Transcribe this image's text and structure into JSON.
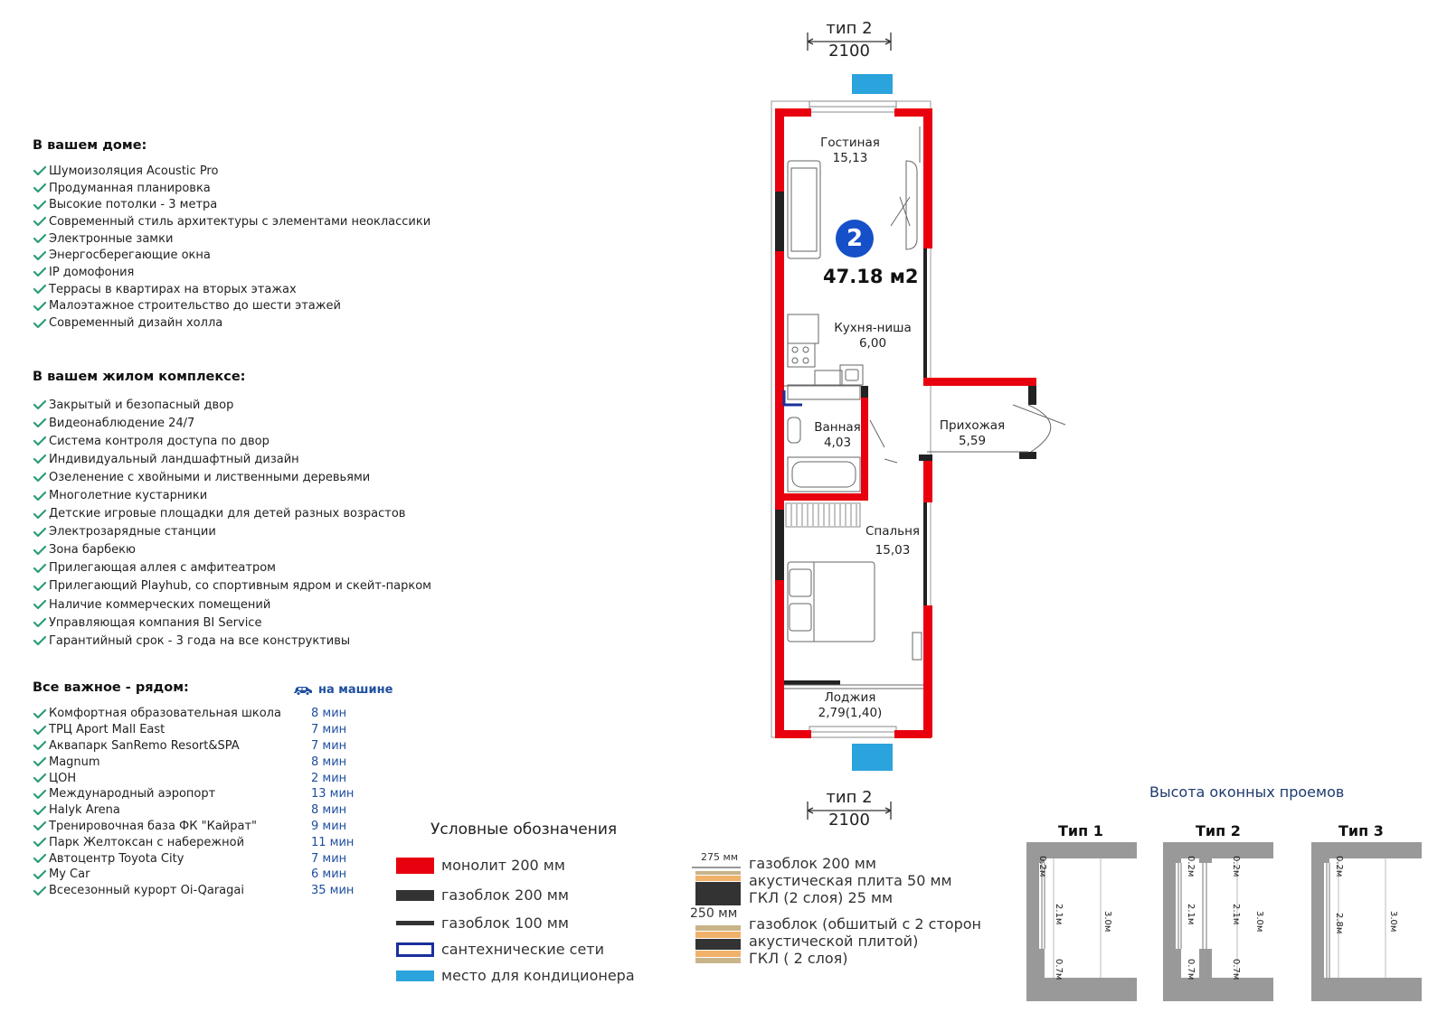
{
  "features_home": {
    "title": "В вашем доме:",
    "items": [
      "Шумоизоляция Acoustic Pro",
      "Продуманная планировка",
      "Высокие потолки - 3 метра",
      "Современный стиль архитектуры с элементами неоклассики",
      "Электронные замки",
      "Энергосберегающие окна",
      "IP домофония",
      "Террасы в квартирах на вторых этажах",
      "Малоэтажное строительство до шести этажей",
      "Современный дизайн холла"
    ]
  },
  "features_complex": {
    "title": "В вашем жилом комплексе:",
    "items": [
      "Закрытый и безопасный двор",
      "Видеонаблюдение 24/7",
      "Система контроля доступа по двор",
      "Индивидуальный ландшафтный дизайн",
      "Озеленение с хвойными и лиственными деревьями",
      "Многолетние кустарники",
      "Детские игровые площадки для детей разных возрастов",
      "Электрозарядные станции",
      "Зона барбекю",
      "Прилегающая аллея с амфитеатром",
      "Прилегающий Playhub, со спортивным ядром и скейт-парком",
      "Наличие коммерческих помещений",
      "Управляющая компания BI Service",
      "Гарантийный срок - 3 года на все конструктивы"
    ]
  },
  "nearby": {
    "title": "Все важное - рядом:",
    "car_label": "на машине",
    "items": [
      {
        "name": "Комфортная образовательная школа",
        "time": "8 мин"
      },
      {
        "name": "ТРЦ Aport Mall East",
        "time": "7 мин"
      },
      {
        "name": "Аквапарк SanRemo Resort&SPA",
        "time": "7 мин"
      },
      {
        "name": "Magnum",
        "time": "8 мин"
      },
      {
        "name": "ЦОН",
        "time": "2 мин"
      },
      {
        "name": "Международный аэропорт",
        "time": "13 мин"
      },
      {
        "name": "Halyk Arena",
        "time": "8 мин"
      },
      {
        "name": "Тренировочная база ФК \"Кайрат\"",
        "time": "9 мин"
      },
      {
        "name": "Парк Желтоксан с набережной",
        "time": "11 мин"
      },
      {
        "name": "Автоцентр Toyota City",
        "time": "7 мин"
      },
      {
        "name": "My Car",
        "time": "6 мин"
      },
      {
        "name": "Всесезонный курорт Oi-Qaragai",
        "time": "35 мин"
      }
    ]
  },
  "plan": {
    "rooms_count": "2",
    "total_area": "47.18 м2",
    "rooms": {
      "living": {
        "name": "Гостиная",
        "area": "15,13"
      },
      "kitchen": {
        "name": "Кухня-ниша",
        "area": "6,00"
      },
      "bath": {
        "name": "Ванная",
        "area": "4,03"
      },
      "hall": {
        "name": "Прихожая",
        "area": "5,59"
      },
      "bedroom": {
        "name": "Спальня",
        "area": "15,03"
      },
      "loggia": {
        "name": "Лоджия",
        "area": "2,79(1,40)"
      }
    },
    "window_top": {
      "type": "тип 2",
      "width": "2100"
    },
    "window_bottom": {
      "type": "тип 2",
      "width": "2100"
    }
  },
  "legend": {
    "title": "Условные обозначения",
    "items": [
      "монолит 200 мм",
      "газоблок 200 мм",
      "газоблок 100 мм",
      "сантехнические сети",
      "место для кондиционера"
    ],
    "colors": {
      "monolith": "#e8000f",
      "gasblock": "#333333",
      "plumbing": "#1a2f9c",
      "ac": "#2ba3dc"
    }
  },
  "walls": {
    "w1": {
      "mm": "275 мм",
      "lines": [
        "газоблок 200 мм",
        "акустическая плита 50 мм",
        "ГКЛ (2 слоя) 25 мм"
      ]
    },
    "w2": {
      "mm": "250 мм",
      "lines": [
        "газоблок (обшитый с 2 сторон",
        "акустической плитой)",
        "ГКЛ ( 2 слоя)"
      ]
    }
  },
  "window_heights": {
    "title": "Высота оконных проемов",
    "types": [
      {
        "label": "Тип 1",
        "dims": [
          "0.2м",
          "2.1м",
          "3.0м",
          "0.7м"
        ]
      },
      {
        "label": "Тип 2",
        "dims": [
          "0.2м",
          "2.1м",
          "0.7м",
          "0.2м",
          "2.1м",
          "3.0м",
          "0.7м"
        ]
      },
      {
        "label": "Тип 3",
        "dims": [
          "0.2м",
          "2.8м",
          "3.0м"
        ]
      }
    ]
  }
}
